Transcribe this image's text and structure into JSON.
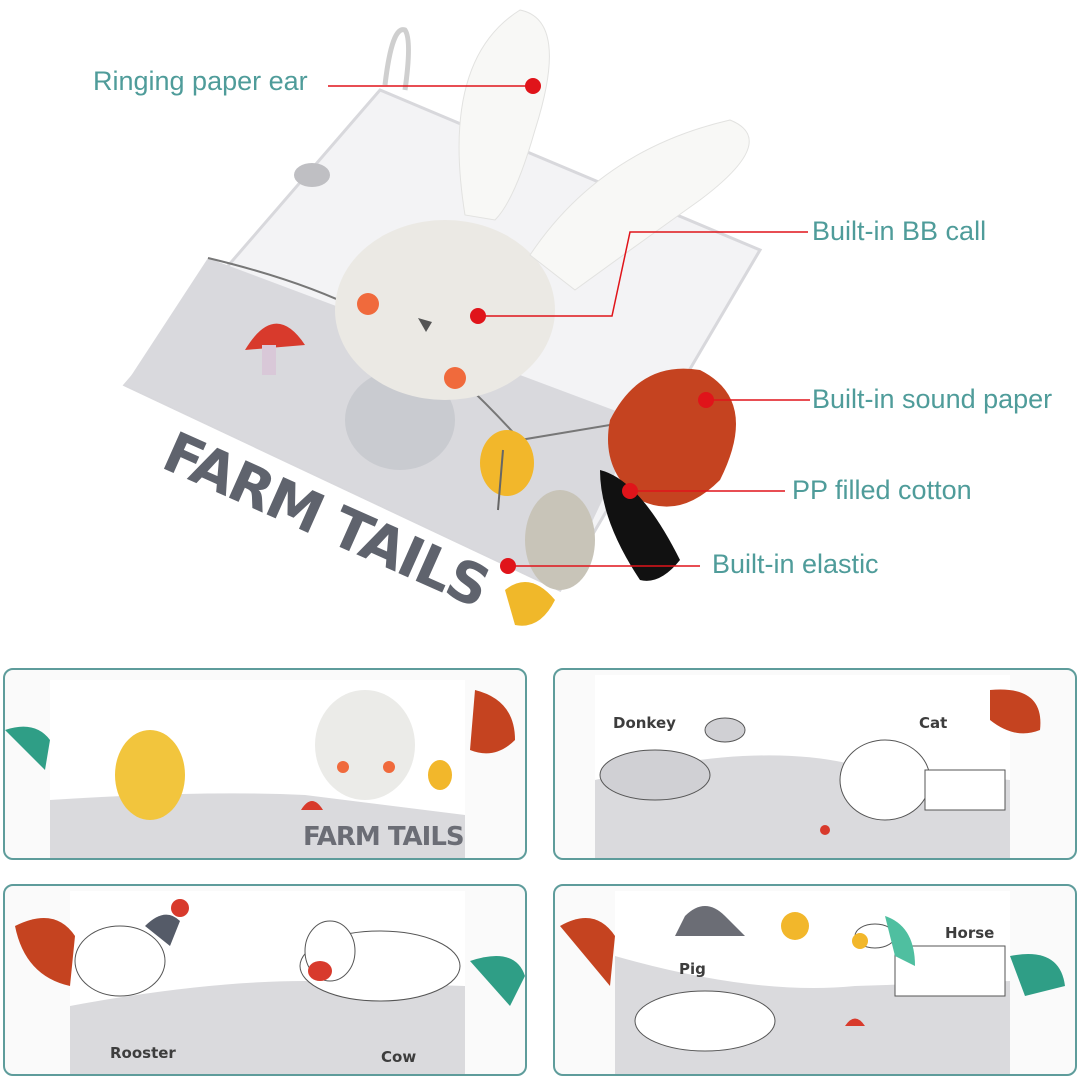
{
  "callouts": {
    "ear": "Ringing paper ear",
    "bb_call": "Built-in BB call",
    "sound_paper": "Built-in sound paper",
    "cotton": "PP filled cotton",
    "elastic": "Built-in elastic"
  },
  "book": {
    "title": "FARM TAILS"
  },
  "panels": [
    {
      "title": "FARM TAILS",
      "labels": []
    },
    {
      "labels": [
        "Donkey",
        "Cat"
      ]
    },
    {
      "labels": [
        "Rooster",
        "Cow"
      ]
    },
    {
      "labels": [
        "Pig",
        "Horse"
      ]
    }
  ],
  "colors": {
    "accent": "#4f9c9a",
    "pointer": "#e0141a",
    "frame": "#5e9c9b"
  }
}
